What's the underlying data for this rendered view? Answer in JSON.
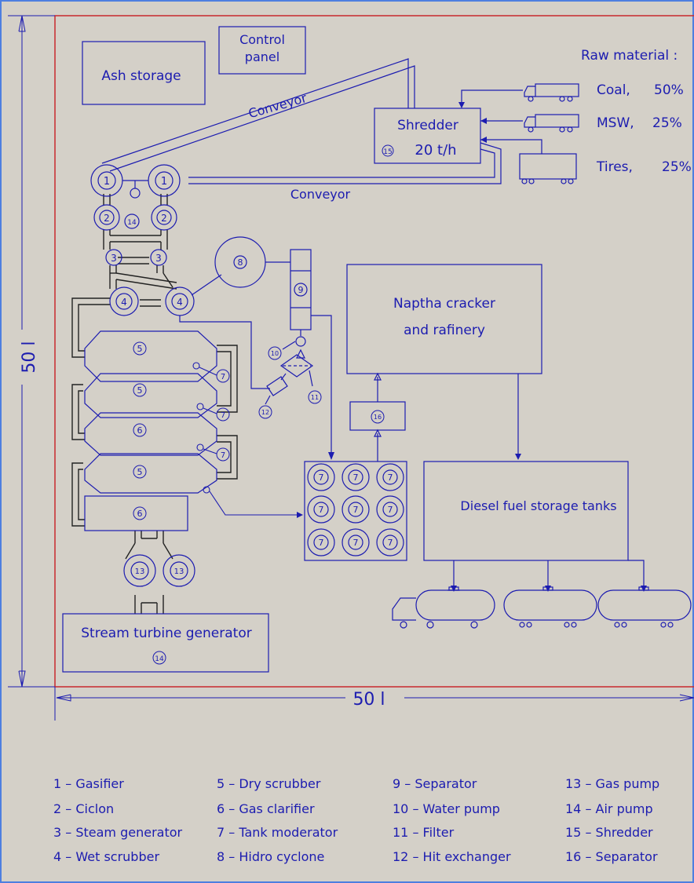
{
  "labels": {
    "ash_storage": "Ash storage",
    "control_panel_l1": "Control",
    "control_panel_l2": "panel",
    "conveyor_top": "Conveyor",
    "conveyor_bottom": "Conveyor",
    "shredder_l1": "Shredder",
    "shredder_num": "15",
    "shredder_l2": "20  t/h",
    "raw_material_title": "Raw material :",
    "naptha_l1": "Naptha cracker",
    "naptha_l2": "and rafinery",
    "diesel": "Diesel fuel storage tanks",
    "turbine": "Stream turbine generator",
    "turbine_num": "14",
    "dim_vertical": "50 l",
    "dim_horizontal": "50 l"
  },
  "raw_materials": [
    {
      "name": "Coal,",
      "percent": "50%"
    },
    {
      "name": "MSW,",
      "percent": "25%"
    },
    {
      "name": "Tires,",
      "percent": "25%"
    }
  ],
  "component_numbers": {
    "gasifier": "1",
    "ciclon": "2",
    "steam_gen": "3",
    "wet_scrubber": "4",
    "dry_scrubber": "5",
    "gas_clarifier": "6",
    "tank_moderator": "7",
    "hidro_cyclone": "8",
    "separator": "9",
    "water_pump": "10",
    "filter": "11",
    "hit_exchanger": "12",
    "gas_pump": "13",
    "air_pump": "14",
    "separator2": "16"
  },
  "legend": [
    [
      "1  –  Gasifier",
      "5  –  Dry scrubber",
      "9  –  Separator",
      "13  –  Gas pump"
    ],
    [
      "2  –  Ciclon",
      "6  –  Gas clarifier",
      "10  –  Water pump",
      "14  –  Air pump"
    ],
    [
      "3  –  Steam generator",
      "7  –  Tank moderator",
      "11  –  Filter",
      "15  –  Shredder"
    ],
    [
      "4  –  Wet scrubber",
      "8  –  Hidro cyclone",
      "12  –  Hit exchanger",
      "16  –  Separator"
    ]
  ],
  "colors": {
    "background": "#d4d0c8",
    "ink": "#1c1cb0",
    "border_red": "#c8282e",
    "frame_blue": "#4d7ee0",
    "dark_line": "#222222"
  }
}
